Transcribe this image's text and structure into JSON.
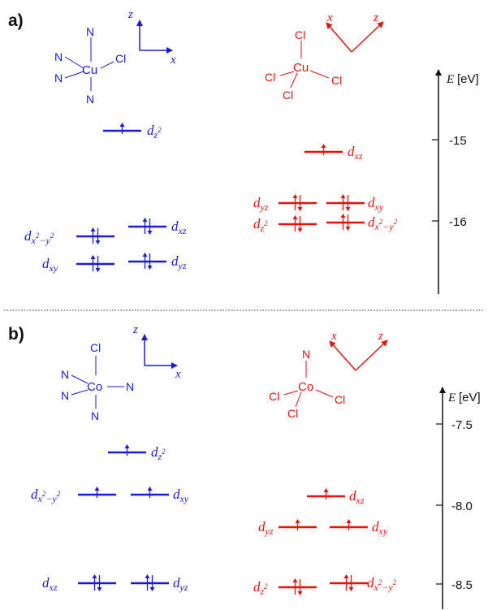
{
  "colors": {
    "blue": "#1a1ad8",
    "red": "#e3120b",
    "black": "#111111"
  },
  "panels": [
    {
      "label": "a)",
      "left": {
        "axes": {
          "vertical": "z",
          "horizontal": "x"
        },
        "molecule": {
          "center": "Cu",
          "ligands": [
            "N",
            "N",
            "N",
            "N",
            "Cl"
          ]
        },
        "levels": [
          {
            "d": "d",
            "sub": "z",
            "sup": "2",
            "electrons": "up"
          },
          {
            "d": "d",
            "sub": "x",
            "sup": "2",
            "sub2": "−y",
            "sup2": "2",
            "electrons": "pair"
          },
          {
            "d": "d",
            "sub": "xz",
            "electrons": "pair"
          },
          {
            "d": "d",
            "sub": "xy",
            "electrons": "pair"
          },
          {
            "d": "d",
            "sub": "yz",
            "electrons": "pair"
          }
        ]
      },
      "right": {
        "axes": {
          "left": "x",
          "right": "z"
        },
        "molecule": {
          "center": "Cu",
          "ligands": [
            "Cl",
            "Cl",
            "Cl",
            "Cl"
          ]
        },
        "levels": [
          {
            "d": "d",
            "sub": "xz",
            "electrons": "up"
          },
          {
            "d": "d",
            "sub": "yz",
            "electrons": "pair"
          },
          {
            "d": "d",
            "sub": "xy",
            "electrons": "pair"
          },
          {
            "d": "d",
            "sub": "z",
            "sup": "2",
            "electrons": "pair"
          },
          {
            "d": "d",
            "sub": "x",
            "sup": "2",
            "sub2": "−y",
            "sup2": "2",
            "electrons": "pair"
          }
        ]
      },
      "energy_axis": {
        "label": "E",
        "unit": "[eV]",
        "ticks": [
          "-15",
          "-16"
        ]
      }
    },
    {
      "label": "b)",
      "left": {
        "axes": {
          "vertical": "z",
          "horizontal": "x"
        },
        "molecule": {
          "center": "Co",
          "ligands": [
            "Cl",
            "N",
            "N",
            "N",
            "N"
          ]
        },
        "levels": [
          {
            "d": "d",
            "sub": "z",
            "sup": "2",
            "electrons": "up"
          },
          {
            "d": "d",
            "sub": "x",
            "sup": "2",
            "sub2": "−y",
            "sup2": "2",
            "electrons": "up"
          },
          {
            "d": "d",
            "sub": "xy",
            "electrons": "up"
          },
          {
            "d": "d",
            "sub": "xz",
            "electrons": "pair"
          },
          {
            "d": "d",
            "sub": "yz",
            "electrons": "pair"
          }
        ]
      },
      "right": {
        "axes": {
          "left": "x",
          "right": "z"
        },
        "molecule": {
          "center": "Co",
          "ligands": [
            "N",
            "Cl",
            "Cl",
            "Cl"
          ]
        },
        "levels": [
          {
            "d": "d",
            "sub": "xz",
            "electrons": "up"
          },
          {
            "d": "d",
            "sub": "yz",
            "electrons": "up"
          },
          {
            "d": "d",
            "sub": "xy",
            "electrons": "up"
          },
          {
            "d": "d",
            "sub": "z",
            "sup": "2",
            "electrons": "pair"
          },
          {
            "d": "d",
            "sub": "x",
            "sup": "2",
            "sub2": "−y",
            "sup2": "2",
            "electrons": "pair"
          }
        ]
      },
      "energy_axis": {
        "label": "E",
        "unit": "[eV]",
        "ticks": [
          "-7.5",
          "-8.0",
          "-8.5"
        ]
      }
    }
  ]
}
